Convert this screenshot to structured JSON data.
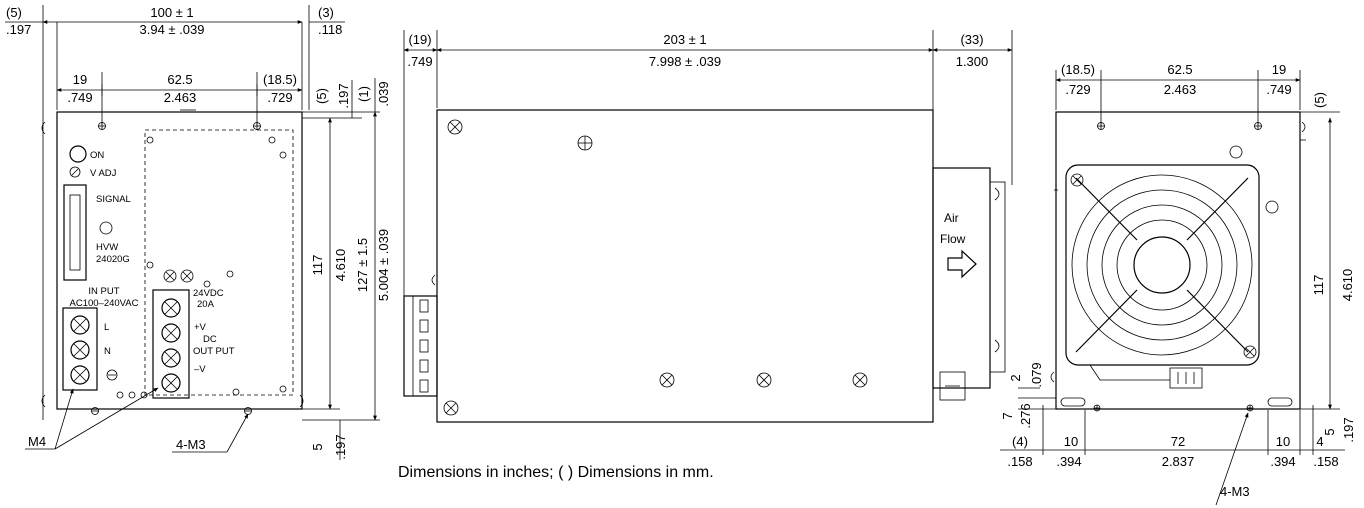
{
  "caption": "Dimensions in inches; ( ) Dimensions in mm.",
  "front_view": {
    "dim_top_mm": "100 ± 1",
    "dim_top_in": "3.94 ± .039",
    "dim_left_mm": "(5)",
    "dim_left_in": ".197",
    "dim_right_mm": "(3)",
    "dim_right_in": ".118",
    "dim_a_mm": "19",
    "dim_a_in": ".749",
    "dim_b_mm": "62.5",
    "dim_b_in": "2.463",
    "dim_c_mm": "(18.5)",
    "dim_c_in": ".729",
    "v1_mm": "(5)",
    "v1_in": ".197",
    "v2_mm": "(1)",
    "v2_in": ".039",
    "v_117": "117",
    "v_4610": "4.610",
    "v_127": "127 ± 1.5",
    "v_5004": "5.004 ± .039",
    "v_bot_mm": "5",
    "v_bot_in": ".197",
    "label_on": "ON",
    "label_vadj": "V ADJ",
    "label_signal": "SIGNAL",
    "label_model1": "HVW",
    "label_model2": "24020G",
    "label_input1": "IN PUT",
    "label_input2": "AC100–240VAC",
    "label_l": "L",
    "label_n": "N",
    "label_out1": "24VDC",
    "label_out2": "20A",
    "label_vplus": "+V",
    "label_dc": "DC",
    "label_output": "OUT PUT",
    "label_vminus": "–V",
    "callout_m4": "M4",
    "callout_m3": "4-M3"
  },
  "side_view": {
    "dim_left_mm": "(19)",
    "dim_left_in": ".749",
    "dim_main_mm": "203 ± 1",
    "dim_main_in": "7.998 ± .039",
    "dim_right_mm": "(33)",
    "dim_right_in": "1.300",
    "air1": "Air",
    "air2": "Flow"
  },
  "rear_view": {
    "dim_a_mm": "(18.5)",
    "dim_a_in": ".729",
    "dim_b_mm": "62.5",
    "dim_b_in": "2.463",
    "dim_c_mm": "19",
    "dim_c_in": ".749",
    "v_top_mm": "(5)",
    "v_117": "117",
    "v_4610": "4.610",
    "v2_mm": "2",
    "v2_in": ".079",
    "v7_mm": "7",
    "v7_in": ".276",
    "b1_mm": "(4)",
    "b1_in": ".158",
    "b2_mm": "10",
    "b2_in": ".394",
    "b3_mm": "72",
    "b3_in": "2.837",
    "b4_mm": "10",
    "b4_in": ".394",
    "b5_mm": "4",
    "b5_in": ".158",
    "v5_mm": "5",
    "v5_in": ".197",
    "callout_m3": "4-M3"
  }
}
